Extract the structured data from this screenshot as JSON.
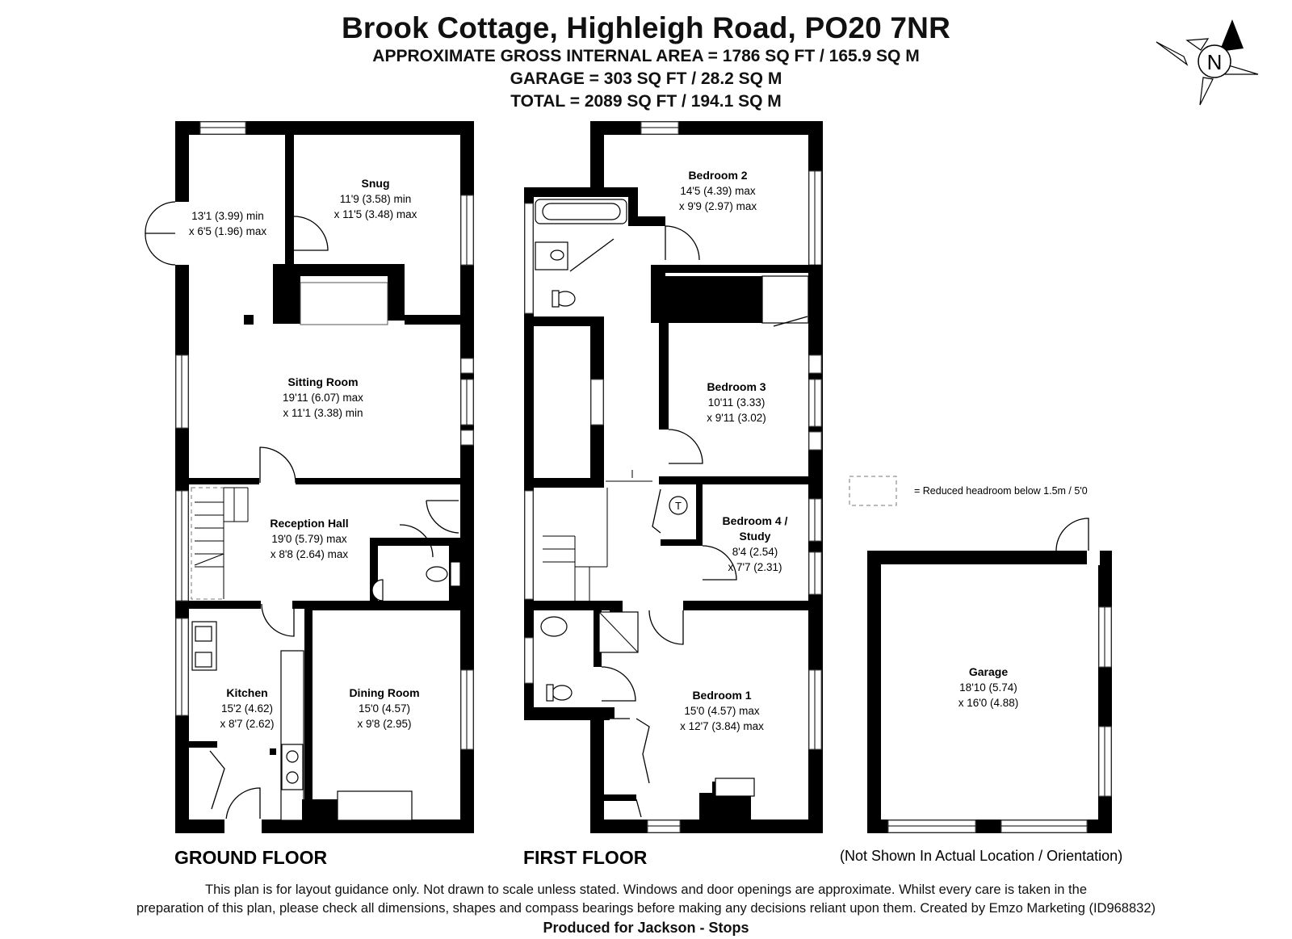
{
  "header": {
    "title": "Brook Cottage, Highleigh Road, PO20 7NR",
    "area_line": "APPROXIMATE GROSS INTERNAL AREA = 1786 SQ FT / 165.9 SQ M",
    "garage_line": "GARAGE = 303 SQ FT / 28.2 SQ M",
    "total_line": "TOTAL = 2089 SQ FT / 194.1 SQ M"
  },
  "compass": {
    "letter": "N"
  },
  "floors": {
    "ground": "GROUND FLOOR",
    "first": "FIRST FLOOR"
  },
  "rooms": {
    "gf_unnamed": {
      "dim1": "13'1 (3.99) min",
      "dim2": "x 6'5 (1.96) max"
    },
    "snug": {
      "name": "Snug",
      "dim1": "11'9 (3.58) min",
      "dim2": "x 11'5 (3.48) max"
    },
    "sitting": {
      "name": "Sitting Room",
      "dim1": "19'11 (6.07) max",
      "dim2": "x 11'1 (3.38) min"
    },
    "reception": {
      "name": "Reception Hall",
      "dim1": "19'0 (5.79) max",
      "dim2": "x 8'8 (2.64) max"
    },
    "kitchen": {
      "name": "Kitchen",
      "dim1": "15'2 (4.62)",
      "dim2": "x 8'7 (2.62)"
    },
    "dining": {
      "name": "Dining Room",
      "dim1": "15'0 (4.57)",
      "dim2": "x 9'8 (2.95)"
    },
    "bedroom2": {
      "name": "Bedroom 2",
      "dim1": "14'5 (4.39) max",
      "dim2": "x 9'9 (2.97) max"
    },
    "bedroom3": {
      "name": "Bedroom 3",
      "dim1": "10'11 (3.33)",
      "dim2": "x 9'11 (3.02)"
    },
    "bedroom4": {
      "name1": "Bedroom 4 /",
      "name2": "Study",
      "dim1": "8'4 (2.54)",
      "dim2": "x 7'7 (2.31)"
    },
    "bedroom1": {
      "name": "Bedroom 1",
      "dim1": "15'0 (4.57) max",
      "dim2": "x 12'7 (3.84) max"
    },
    "garage": {
      "name": "Garage",
      "dim1": "18'10 (5.74)",
      "dim2": "x 16'0 (4.88)"
    }
  },
  "fixtures": {
    "cylinder": "T"
  },
  "legend": {
    "text": "= Reduced headroom below 1.5m / 5'0"
  },
  "garage_note": "(Not Shown In Actual Location / Orientation)",
  "footer": {
    "line1": "This plan is for layout guidance only. Not drawn to scale unless stated. Windows and door openings are approximate. Whilst every care is taken in the",
    "line2": "preparation of this plan, please check all dimensions, shapes and compass bearings before making any decisions reliant upon them. Created by Emzo Marketing (ID968832)",
    "line3": "Produced for Jackson - Stops"
  }
}
